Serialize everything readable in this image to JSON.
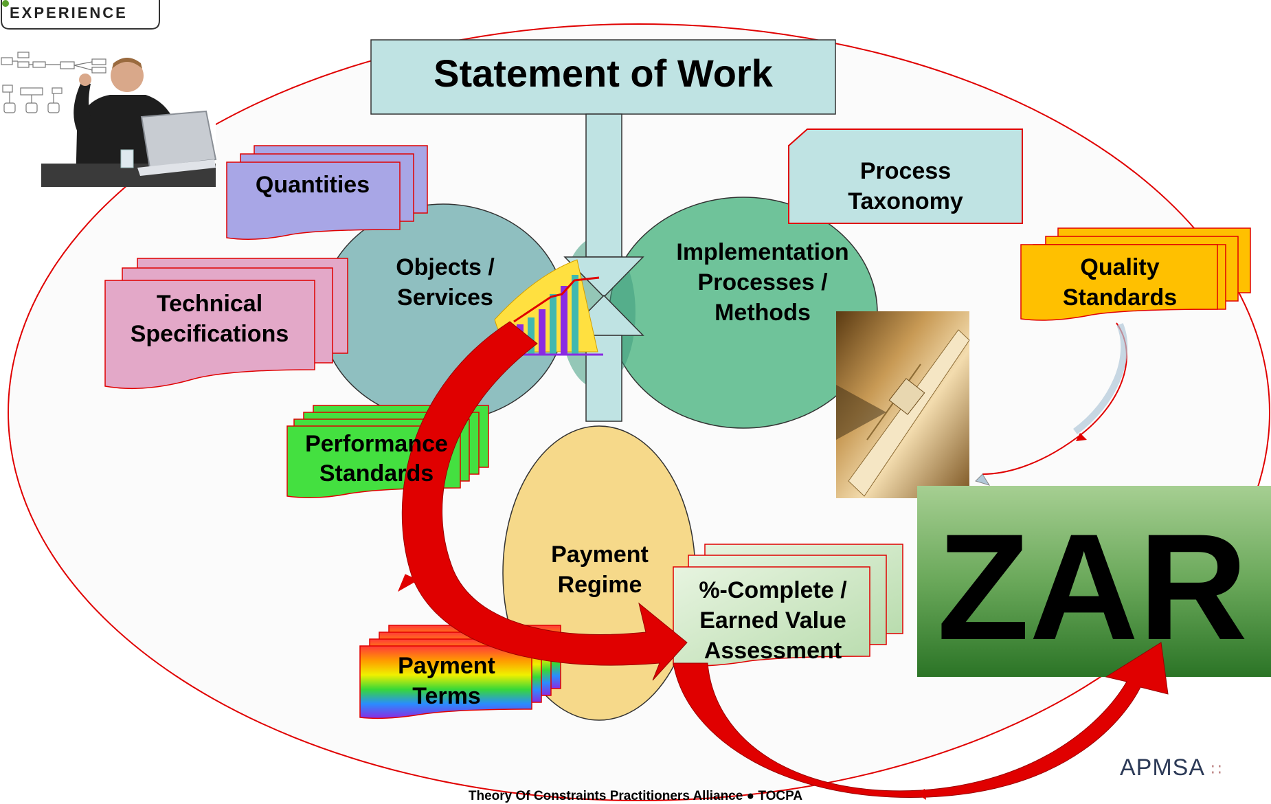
{
  "logo": {
    "text": "EXPERIENCE"
  },
  "statement": {
    "title": "Statement of Work"
  },
  "ellipses": {
    "objects": [
      "Objects /",
      "Services"
    ],
    "implementation": [
      "Implementation",
      "Processes /",
      "Methods"
    ],
    "payment_regime": [
      "Payment",
      "Regime"
    ]
  },
  "documents": {
    "quantities": [
      "Quantities"
    ],
    "technical": [
      "Technical",
      "Specifications"
    ],
    "performance": [
      "Performance",
      "Standards"
    ],
    "process": [
      "Process",
      "Taxonomy"
    ],
    "quality": [
      "Quality",
      "Standards"
    ],
    "payment_terms": [
      "Payment",
      "Terms"
    ],
    "earned_value": [
      "%-Complete /",
      "Earned Value",
      "Assessment"
    ]
  },
  "currency": {
    "text": "ZAR"
  },
  "footer": {
    "text": "Theory Of Constraints Practitioners Alliance ● TOCPA"
  },
  "brand": {
    "name": "APMSA",
    "dots": "∷"
  },
  "colors": {
    "outline_red": "#e00000",
    "sow_fill": "#bfe3e3",
    "objects_fill": "#8fbfc0",
    "impl_fill": "#6fc39a",
    "payment_fill": "#f6d98a",
    "quantities_fill": "#a8a6e6",
    "technical_fill": "#e3a8c8",
    "performance_fill": "#44e040",
    "process_fill": "#bfe3e3",
    "quality_fill": "#ffc000",
    "zar_top": "#8fbf7a",
    "zar_bottom": "#2f7a2a",
    "arrow_red": "#e00000"
  }
}
